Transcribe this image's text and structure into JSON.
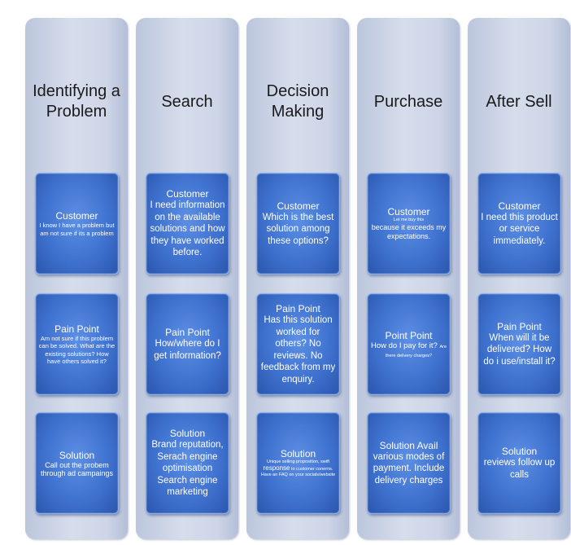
{
  "columns": [
    {
      "title": "Identifying a Problem",
      "cards": [
        {
          "head": "Customer",
          "body": "I know I have a problem but am not sure if its a problem"
        },
        {
          "head": "Pain Point",
          "body": "Am not sure if this problem can be solved. What are the existing solutions? How have others solved it?"
        },
        {
          "head": "Solution",
          "body": "Call out the probem through ad campaings"
        }
      ]
    },
    {
      "title": "Search",
      "cards": [
        {
          "head": "Customer",
          "body": "I need information on the available solutions and how they have worked before."
        },
        {
          "head": "Pain Point",
          "body": "How/where do I get information?"
        },
        {
          "head": "Solution",
          "body": "Brand reputation, Serach engine optimisation Search engine marketing"
        }
      ]
    },
    {
      "title": "Decision Making",
      "cards": [
        {
          "head": "Customer",
          "body": "Which is the best solution among these options?"
        },
        {
          "head": "Pain Point",
          "body": "Has this solution worked for others? No reviews. No feedback from my enquiry."
        },
        {
          "head": "Solution",
          "body_a": "Unique selling proposition, swift",
          "body_b": "response",
          "body_c": "to customer conerns. Have an FAQ on your socials/website"
        }
      ]
    },
    {
      "title": "Purchase",
      "cards": [
        {
          "head": "Customer",
          "body_a": "Let me buy this",
          "body_b": "because it exceeds my expectations."
        },
        {
          "head": "Point Point",
          "body_a": "How do I pay for",
          "body_b": "it?",
          "body_c": "Are there delivery charges?"
        },
        {
          "head": "Solution Avail",
          "body": "various modes of payment. Include delivery charges"
        }
      ]
    },
    {
      "title": "After Sell",
      "cards": [
        {
          "head": "Customer",
          "body": "I need this product or service immediately."
        },
        {
          "head": "Pain Point",
          "body": "When will it be delivered? How do i use/install it?"
        },
        {
          "head": "Solution",
          "body": "reviews follow up calls"
        }
      ]
    }
  ]
}
